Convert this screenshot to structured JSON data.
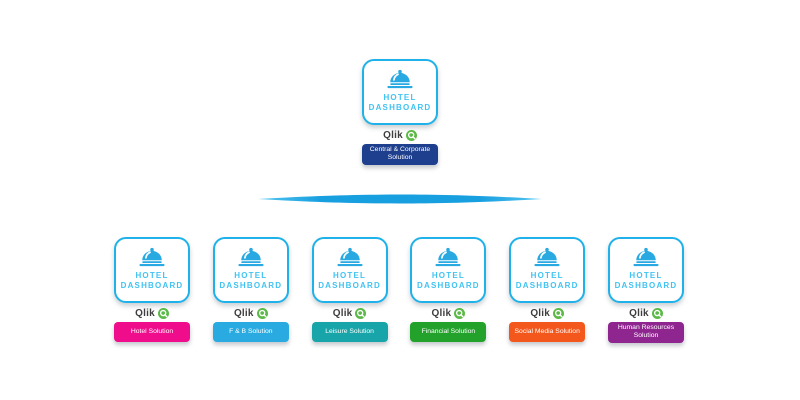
{
  "canvas": {
    "background": "#ffffff"
  },
  "card_common": {
    "title_line1": "HOTEL",
    "title_line2": "DASHBOARD",
    "border_color": "#1FB2EA",
    "title_color": "#41C3F1",
    "icon": "cloche-icon",
    "icon_color": "#29A9E1"
  },
  "brand": {
    "wordmark": "Qlik",
    "logo_icon": "qlik-q-icon",
    "logo_color": "#5CB947",
    "text_color": "#3E3E3E"
  },
  "root": {
    "badge_label": "Central & Corporate Solution",
    "badge_color": "#1E3F8E"
  },
  "connector": {
    "type": "swoosh",
    "main_color": "#189FE0",
    "end_color": "#53C6F0"
  },
  "children": [
    {
      "badge_label": "Hotel Solution",
      "badge_color": "#EF0D8C"
    },
    {
      "badge_label": "F & B Solution",
      "badge_color": "#29ABE2"
    },
    {
      "badge_label": "Leisure Solution",
      "badge_color": "#18A5A9"
    },
    {
      "badge_label": "Financial Solution",
      "badge_color": "#23A22B"
    },
    {
      "badge_label": "Social Media Solution",
      "badge_color": "#F4571C"
    },
    {
      "badge_label": "Human Resources Solution",
      "badge_color": "#8F2690"
    }
  ]
}
